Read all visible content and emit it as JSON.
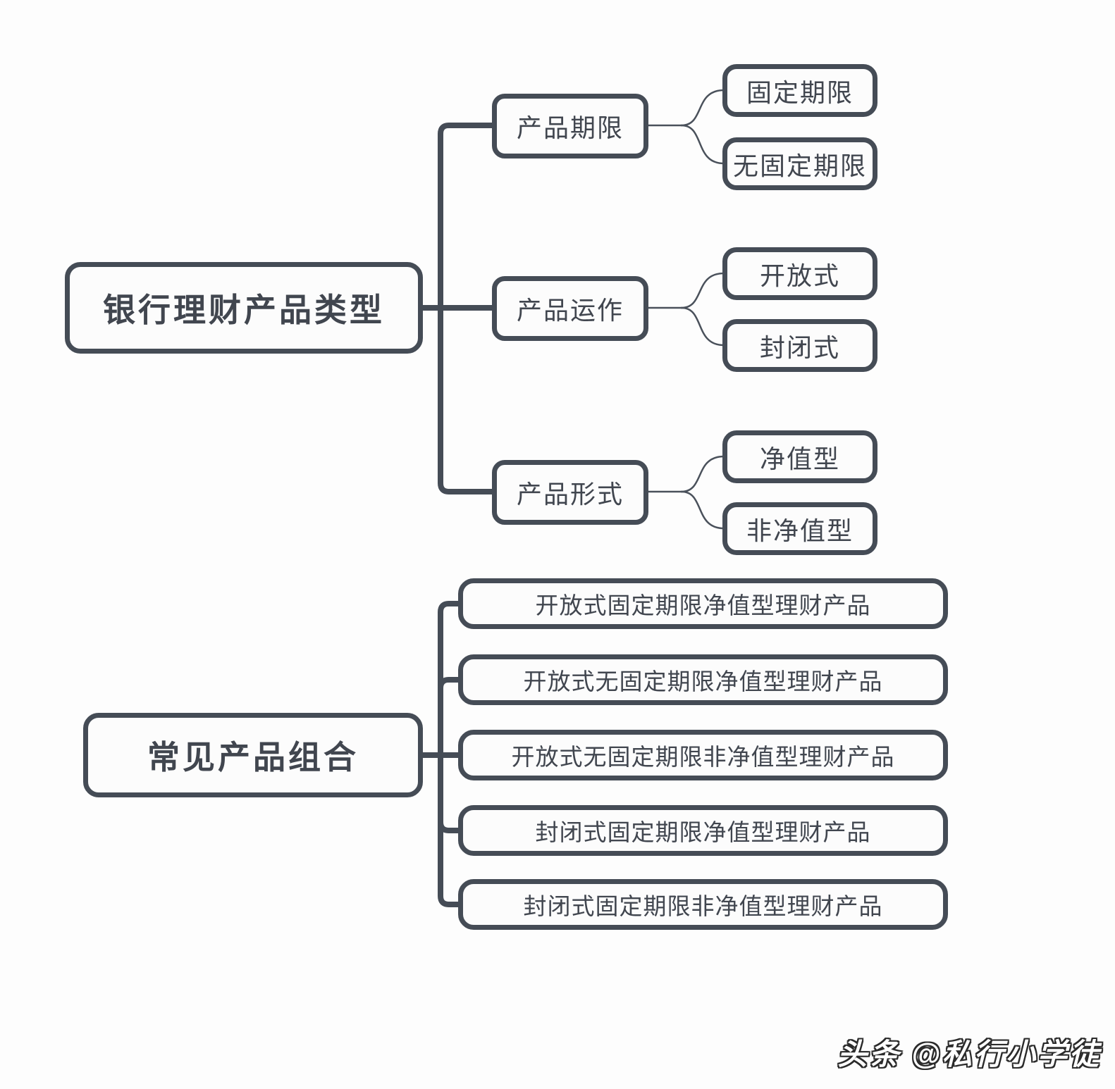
{
  "diagram": {
    "title_root": "银行理财产品类型",
    "colors": {
      "stroke": "#454c56",
      "thin_stroke": "#4a515b",
      "node_fill": "#fcfcfc",
      "text": "#41464f",
      "background": "#fdfdfd"
    },
    "branches": [
      {
        "label": "产品期限",
        "children": [
          "固定期限",
          "无固定期限"
        ]
      },
      {
        "label": "产品运作",
        "children": [
          "开放式",
          "封闭式"
        ]
      },
      {
        "label": "产品形式",
        "children": [
          "净值型",
          "非净值型"
        ]
      }
    ],
    "combos_root": "常见产品组合",
    "combos": [
      "开放式固定期限净值型理财产品",
      "开放式无固定期限净值型理财产品",
      "开放式无固定期限非净值型理财产品",
      "封闭式固定期限净值型理财产品",
      "封闭式固定期限非净值型理财产品"
    ],
    "watermark": "头条 @私行小学徒"
  }
}
